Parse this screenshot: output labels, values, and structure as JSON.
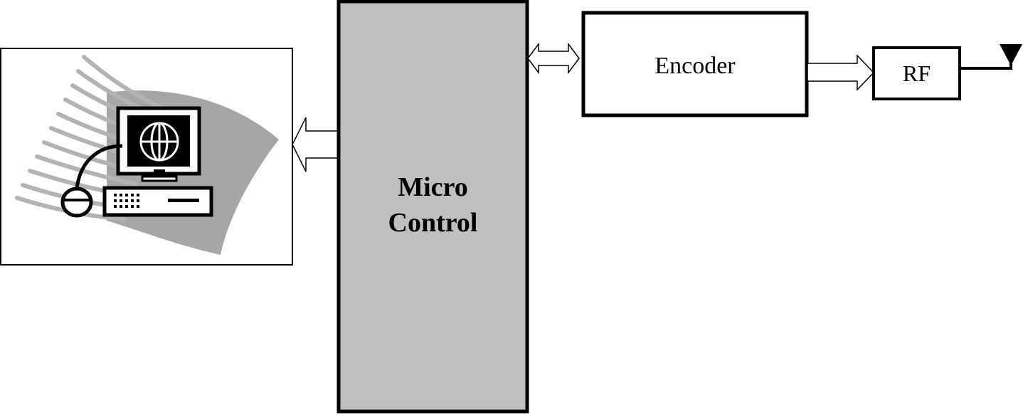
{
  "blocks": {
    "micro_control": {
      "line1": "Micro",
      "line2": "Control"
    },
    "encoder": {
      "label": "Encoder"
    },
    "rf": {
      "label": "RF"
    }
  },
  "colors": {
    "micro_control_fill": "#c0c0c0",
    "swoosh_gray": "#a6a6a6",
    "line": "#000000",
    "background": "#ffffff"
  },
  "icons": {
    "computer": "computer-clipart-icon",
    "globe": "globe-icon",
    "mouse": "mouse-icon",
    "antenna": "antenna-icon"
  }
}
